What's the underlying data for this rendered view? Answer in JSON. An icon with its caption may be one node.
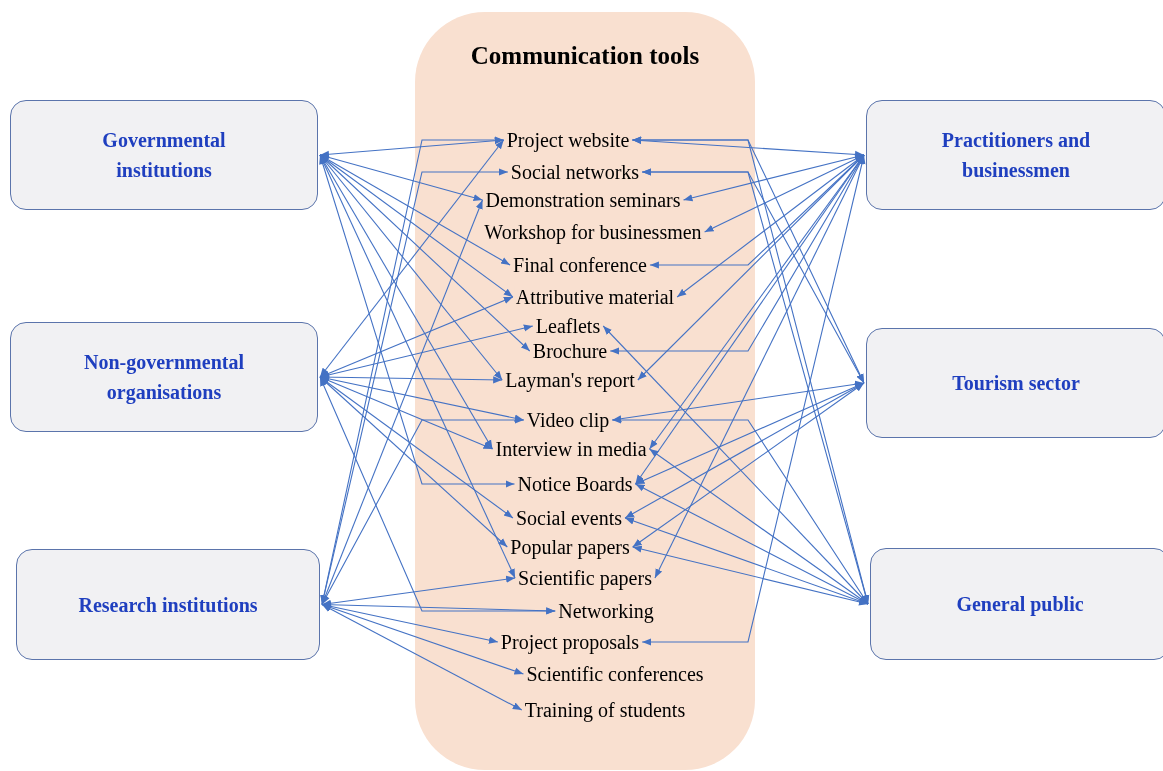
{
  "diagram": {
    "nodes": [
      {
        "text": [
          "Communication tools"
        ]
      },
      {
        "text": [
          "Project website"
        ],
        "in": 0
      },
      {
        "text": [
          "Social networks"
        ],
        "in": 0
      },
      {
        "text": [
          "Demonstration seminars"
        ],
        "in": 0
      },
      {
        "text": [
          "Workshop for businessmen"
        ],
        "in": 0
      },
      {
        "text": [
          "Final conference"
        ],
        "in": 0
      },
      {
        "text": [
          "Attributive material"
        ],
        "in": 0
      },
      {
        "text": [
          "Leaflets"
        ],
        "in": 0
      },
      {
        "text": [
          "Brochure"
        ],
        "in": 0
      },
      {
        "text": [
          "Layman's report"
        ],
        "in": 0
      },
      {
        "text": [
          "Video clip"
        ],
        "in": 0
      },
      {
        "text": [
          "Interview in media"
        ],
        "in": 0
      },
      {
        "text": [
          "Notice Boards"
        ],
        "in": 0
      },
      {
        "text": [
          "Social events"
        ],
        "in": 0
      },
      {
        "text": [
          "Popular papers"
        ],
        "in": 0
      },
      {
        "text": [
          "Scientific papers"
        ],
        "in": 0
      },
      {
        "text": [
          "Networking"
        ],
        "in": 0
      },
      {
        "text": [
          "Project proposals"
        ],
        "in": 0
      },
      {
        "text": [
          "Scientific conferences"
        ],
        "in": 0
      },
      {
        "text": [
          "Training of students"
        ],
        "in": 0
      },
      {
        "text": [
          "Governmental institutions"
        ]
      },
      {
        "text": [
          "Non-governmental organisations"
        ]
      },
      {
        "text": [
          "Research institutions"
        ]
      },
      {
        "text": [
          "Practitioners and businessmen"
        ]
      },
      {
        "text": [
          "Tourism sector"
        ]
      },
      {
        "text": [
          "General public"
        ]
      }
    ],
    "edges": [
      {
        "from": 20,
        "to": 1,
        "arrow": "both"
      },
      {
        "from": 20,
        "to": 3,
        "arrow": "both"
      },
      {
        "from": 20,
        "to": 5,
        "arrow": "both"
      },
      {
        "from": 20,
        "to": 6,
        "arrow": "both"
      },
      {
        "from": 20,
        "to": 8,
        "arrow": "both"
      },
      {
        "from": 20,
        "to": 9,
        "arrow": "both"
      },
      {
        "from": 20,
        "to": 11,
        "arrow": "both"
      },
      {
        "from": 20,
        "to": 12,
        "arrow": "both"
      },
      {
        "from": 20,
        "to": 15,
        "arrow": "both"
      },
      {
        "from": 21,
        "to": 1,
        "arrow": "both"
      },
      {
        "from": 21,
        "to": 6,
        "arrow": "both"
      },
      {
        "from": 21,
        "to": 7,
        "arrow": "both"
      },
      {
        "from": 21,
        "to": 9,
        "arrow": "both"
      },
      {
        "from": 21,
        "to": 10,
        "arrow": "both"
      },
      {
        "from": 21,
        "to": 11,
        "arrow": "both"
      },
      {
        "from": 21,
        "to": 13,
        "arrow": "both"
      },
      {
        "from": 21,
        "to": 14,
        "arrow": "both"
      },
      {
        "from": 21,
        "to": 16,
        "arrow": "both"
      },
      {
        "from": 22,
        "to": 1,
        "arrow": "both"
      },
      {
        "from": 22,
        "to": 2,
        "arrow": "both"
      },
      {
        "from": 22,
        "to": 3,
        "arrow": "both"
      },
      {
        "from": 22,
        "to": 10,
        "arrow": "both"
      },
      {
        "from": 22,
        "to": 15,
        "arrow": "both"
      },
      {
        "from": 22,
        "to": 16,
        "arrow": "both"
      },
      {
        "from": 22,
        "to": 17,
        "arrow": "both"
      },
      {
        "from": 22,
        "to": 18,
        "arrow": "both"
      },
      {
        "from": 22,
        "to": 19,
        "arrow": "both"
      },
      {
        "from": 23,
        "to": 1,
        "arrow": "both"
      },
      {
        "from": 23,
        "to": 3,
        "arrow": "both"
      },
      {
        "from": 23,
        "to": 4,
        "arrow": "both"
      },
      {
        "from": 23,
        "to": 5,
        "arrow": "both"
      },
      {
        "from": 23,
        "to": 6,
        "arrow": "both"
      },
      {
        "from": 23,
        "to": 8,
        "arrow": "both"
      },
      {
        "from": 23,
        "to": 9,
        "arrow": "both"
      },
      {
        "from": 23,
        "to": 11,
        "arrow": "both"
      },
      {
        "from": 23,
        "to": 12,
        "arrow": "both"
      },
      {
        "from": 23,
        "to": 15,
        "arrow": "both"
      },
      {
        "from": 23,
        "to": 17,
        "arrow": "both"
      },
      {
        "from": 24,
        "to": 1,
        "arrow": "both"
      },
      {
        "from": 24,
        "to": 2,
        "arrow": "both"
      },
      {
        "from": 24,
        "to": 10,
        "arrow": "both"
      },
      {
        "from": 24,
        "to": 12,
        "arrow": "both"
      },
      {
        "from": 24,
        "to": 13,
        "arrow": "both"
      },
      {
        "from": 24,
        "to": 14,
        "arrow": "both"
      },
      {
        "from": 25,
        "to": 1,
        "arrow": "both"
      },
      {
        "from": 25,
        "to": 2,
        "arrow": "both"
      },
      {
        "from": 25,
        "to": 7,
        "arrow": "both"
      },
      {
        "from": 25,
        "to": 10,
        "arrow": "both"
      },
      {
        "from": 25,
        "to": 11,
        "arrow": "both"
      },
      {
        "from": 25,
        "to": 12,
        "arrow": "both"
      },
      {
        "from": 25,
        "to": 13,
        "arrow": "both"
      },
      {
        "from": 25,
        "to": 14,
        "arrow": "both"
      }
    ]
  }
}
